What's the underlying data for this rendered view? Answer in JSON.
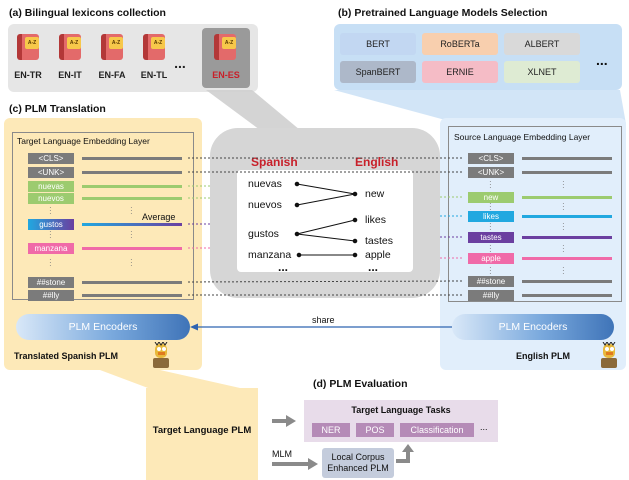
{
  "section_a": {
    "title": "(a) Bilingual lexicons collection",
    "lexicons": [
      "EN-TR",
      "EN-IT",
      "EN-FA",
      "EN-TL",
      "...",
      "EN-ES"
    ],
    "book_label": "A-Z"
  },
  "section_b": {
    "title": "(b) Pretrained Language Models Selection",
    "models": [
      "BERT",
      "RoBERTa",
      "ALBERT",
      "SpanBERT",
      "ERNIE",
      "XLNET"
    ],
    "ellipsis": "..."
  },
  "section_c": {
    "title": "(c) PLM Translation",
    "target_layer_title": "Target Language Embedding Layer",
    "source_layer_title": "Source Language Embedding Layer",
    "target_tokens": [
      "<CLS>",
      "<UNK>",
      "nuevas",
      "nuevos",
      "gustos",
      "manzana",
      "##stone",
      "##lly"
    ],
    "source_tokens": [
      "<CLS>",
      "<UNK>",
      "new",
      "likes",
      "tastes",
      "apple",
      "##stone",
      "##lly"
    ],
    "average_label": "Average",
    "share_label": "share",
    "left_encoder": "PLM Encoders",
    "right_encoder": "PLM Encoders",
    "left_caption": "Translated Spanish PLM",
    "right_caption": "English PLM"
  },
  "dictionary": {
    "spanish_header": "Spanish",
    "english_header": "English",
    "spanish_words": [
      "nuevas",
      "nuevos",
      "gustos",
      "manzana",
      "..."
    ],
    "english_words": [
      "new",
      "likes",
      "tastes",
      "apple",
      "..."
    ]
  },
  "section_d": {
    "title": "(d) PLM Evaluation",
    "target_plm": "Target Language PLM",
    "tasks_title": "Target Language Tasks",
    "tasks": [
      "NER",
      "POS",
      "Classification",
      "..."
    ],
    "mlm_label": "MLM",
    "corpus_label": "Local Corpus Enhanced PLM"
  },
  "colors": {
    "spanish_red": "#c8202a",
    "panel_yellow": "#fde9b8",
    "panel_blue": "#e1eefb",
    "token_gray": "#7b7b7b",
    "green": "#9ccb6f",
    "blue": "#21a8e0",
    "purple": "#6b3fa0",
    "pink": "#f06aa8"
  }
}
